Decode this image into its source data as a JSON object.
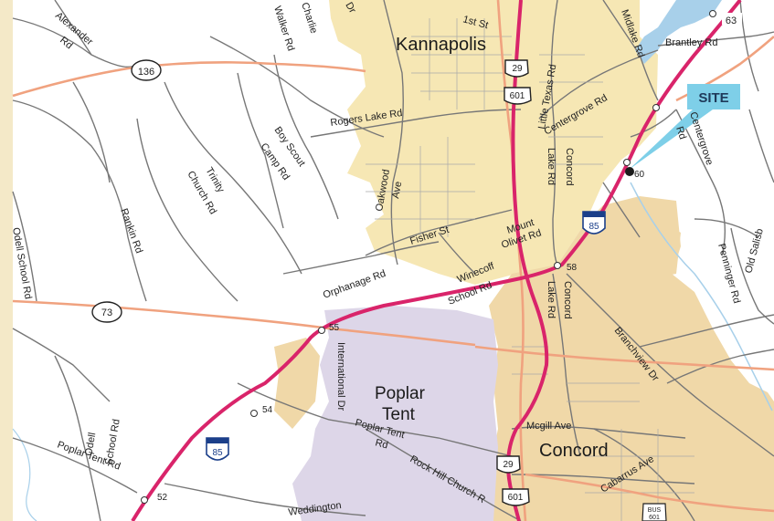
{
  "colors": {
    "background": "#ffffff",
    "urban_area": "#f6e7b4",
    "urban_area_alt": "#f0d8a8",
    "poplar_tent_area": "#ddd6e8",
    "interstate": "#d9246a",
    "highway": "#f0a27f",
    "local_road": "#6f6f6f",
    "water": "#a8d0ea",
    "site_callout": "#7ecfe8",
    "frame": "#f4e9c8"
  },
  "places": {
    "kannapolis": "Kannapolis",
    "poplar_tent_1": "Poplar",
    "poplar_tent_2": "Tent",
    "concord": "Concord",
    "site": "SITE"
  },
  "route_shields": {
    "nc_136": "136",
    "nc_73": "73",
    "us_29_north": "29",
    "us_601_north": "601",
    "us_29_south": "29",
    "us_601_south": "601",
    "i85_north": "85",
    "i85_south": "85",
    "nc_63": "63",
    "bus_601_top": "BUS",
    "bus_601_bottom": "601"
  },
  "exits": {
    "e52": "52",
    "e54": "54",
    "e55": "55",
    "e58": "58",
    "e60": "60"
  },
  "roads": {
    "alexander_rd_1": "Alexander",
    "alexander_rd_2": "Rd",
    "walker_rd": "Walker Rd",
    "charlie": "Charlie",
    "dr_top": "Dr",
    "first_st": "1st St",
    "little_texas_rd": "Little Texas Rd",
    "midlake_rd": "Midlake Rd",
    "brantley_rd": "Brantley Rd",
    "centergrove_rd_1": "Centergrove Rd",
    "centergrove_rd_2a": "Centergrove",
    "centergrove_rd_2b": "Rd",
    "rogers_lake_rd": "Rogers Lake Rd",
    "boy_scout_camp_rd_1": "Boy Scout",
    "boy_scout_camp_rd_2": "Camp Rd",
    "trinity_church_rd_1": "Trinity",
    "trinity_church_rd_2": "Church Rd",
    "oakwood_ave_1": "Oakwood",
    "oakwood_ave_2": "Ave",
    "concord_lake_rd_1": "Concord",
    "concord_lake_rd_2": "Lake Rd",
    "rankin_rd": "Rankin Rd",
    "odell_school_rd_left": "Odell School Rd",
    "fisher_st": "Fisher St",
    "mount_olivet_rd_1": "Mount",
    "mount_olivet_rd_2": "Olivet Rd",
    "pennigner_rd": "Penninger Rd",
    "old_salisbury": "Old Salisb",
    "orphanage_rd": "Orphanage Rd",
    "winecoff_school_rd_1": "Winecoff",
    "winecoff_school_rd_2": "School Rd",
    "lake_rd_concord_1": "Concord",
    "lake_rd_concord_2": "Lake Rd",
    "international_dr": "International Dr",
    "branchview_dr": "Branchview Dr",
    "odell_school_rd_1": "Odell",
    "odell_school_rd_2": "School Rd",
    "poplar_tent_rd_left": "Poplar Tent Rd",
    "poplar_tent_rd_mid_1": "Poplar Tent",
    "poplar_tent_rd_mid_2": "Rd",
    "rock_hill_church_rd": "Rock Hill Church R",
    "mcgill_ave": "Mcgill Ave",
    "cabarrus_ave": "Cabarrus Ave",
    "weddington": "Weddington"
  }
}
